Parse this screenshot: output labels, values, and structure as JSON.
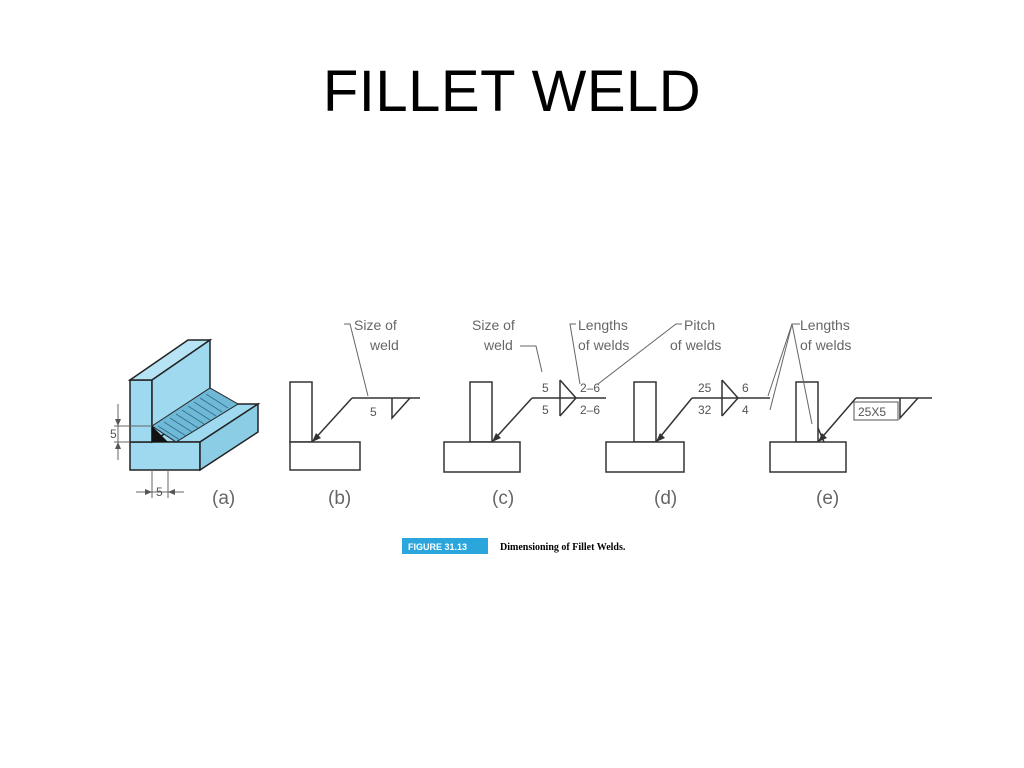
{
  "slide": {
    "title": "FILLET WELD"
  },
  "figure": {
    "panel_a": {
      "part": "(a)",
      "dim_vertical": "5",
      "dim_horizontal": "5"
    },
    "panel_b": {
      "part": "(b)",
      "callout": "Size of weld",
      "callout_l1": "Size of",
      "callout_l2": "weld",
      "size": "5"
    },
    "panel_c": {
      "part": "(c)",
      "callout1_l1": "Size of",
      "callout1_l2": "weld",
      "callout2_l1": "Lengths",
      "callout2_l2": "of welds",
      "callout3_l1": "Pitch",
      "callout3_l2": "of welds",
      "size_top": "5",
      "size_bottom": "5",
      "len_pitch_top": "2–6",
      "len_pitch_bottom": "2–6"
    },
    "panel_d": {
      "part": "(d)",
      "left_top": "25",
      "left_bottom": "32",
      "right_top": "6",
      "right_bottom": "4"
    },
    "panel_e": {
      "part": "(e)",
      "callout_l1": "Lengths",
      "callout_l2": "of welds",
      "dimension": "25X5"
    },
    "caption": {
      "tag": "FIGURE 31.13",
      "text": "Dimensioning of Fillet Welds."
    },
    "colors": {
      "accent_blue": "#9fd9ef",
      "caption_tag": "#2aa6dc"
    }
  }
}
